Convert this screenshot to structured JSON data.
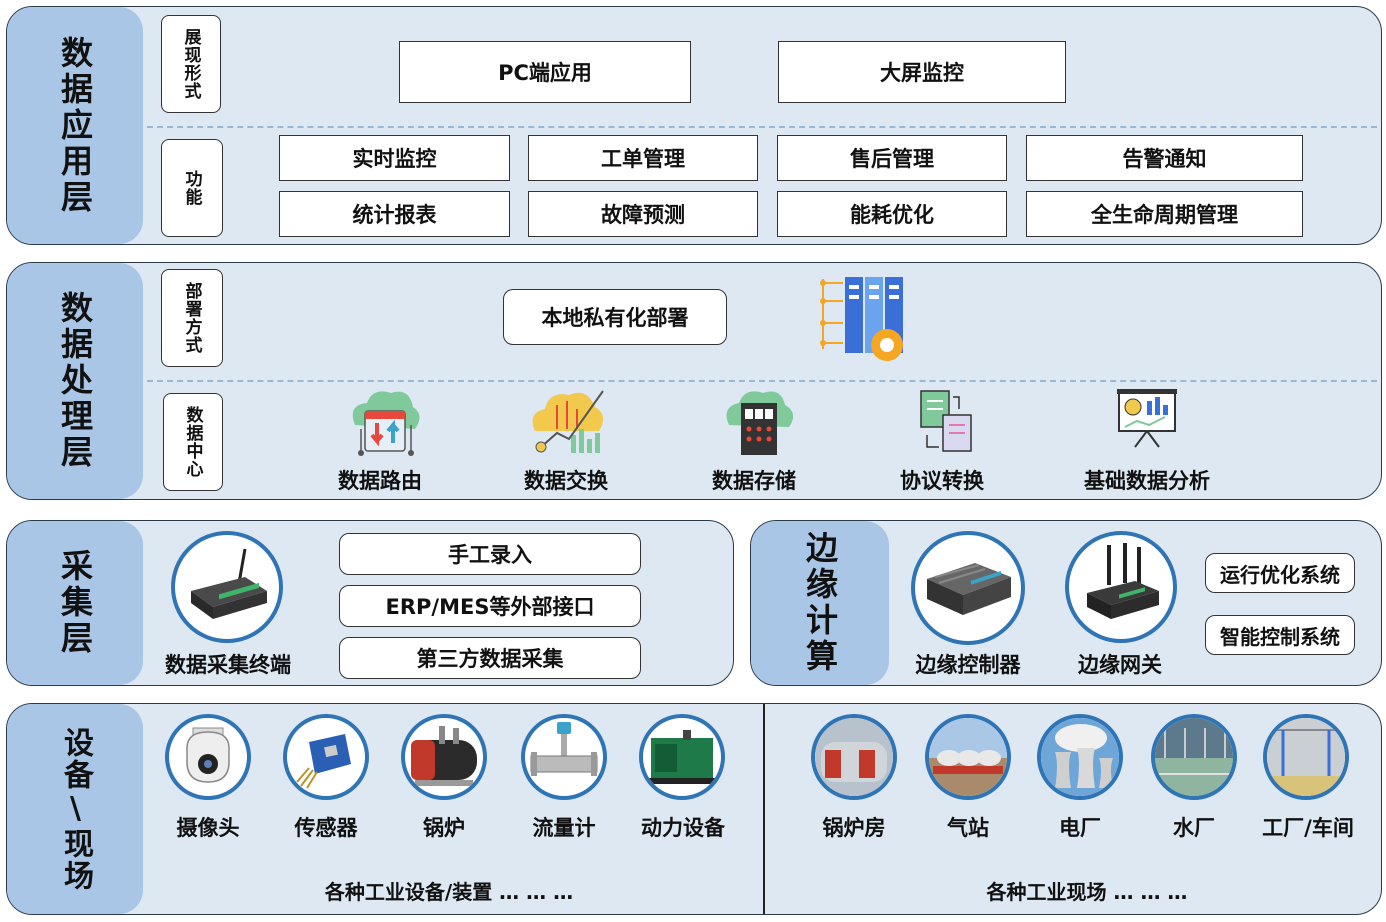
{
  "app_layer": {
    "title": "数据应用层",
    "display_label": "展现形式",
    "function_label": "功能",
    "display_items": [
      "PC端应用",
      "大屏监控"
    ],
    "function_items": [
      "实时监控",
      "工单管理",
      "售后管理",
      "告警通知",
      "统计报表",
      "故障预测",
      "能耗优化",
      "全生命周期管理"
    ]
  },
  "proc_layer": {
    "title": "数据处理层",
    "deploy_label": "部署方式",
    "deploy_item": "本地私有化部署",
    "center_label": "数据中心",
    "center_items": [
      "数据路由",
      "数据交换",
      "数据存储",
      "协议转换",
      "基础数据分析"
    ]
  },
  "collect_layer": {
    "title": "采集层",
    "terminal_label": "数据采集终端",
    "methods": [
      "手工录入",
      "ERP/MES等外部接口",
      "第三方数据采集"
    ]
  },
  "edge_layer": {
    "title": "边缘计算",
    "devices": [
      "边缘控制器",
      "边缘网关"
    ],
    "systems": [
      "运行优化系统",
      "智能控制系统"
    ]
  },
  "device_layer": {
    "title": "设备\\现场",
    "equipment": [
      "摄像头",
      "传感器",
      "锅炉",
      "流量计",
      "动力设备"
    ],
    "equipment_caption": "各种工业设备/装置 … … …",
    "sites": [
      "锅炉房",
      "气站",
      "电厂",
      "水厂",
      "工厂/车间"
    ],
    "sites_caption": "各种工业现场 … … …"
  },
  "colors": {
    "panel_bg": "#dde8f3",
    "title_bg": "#a9c6e6",
    "accent": "#2f74b5"
  }
}
